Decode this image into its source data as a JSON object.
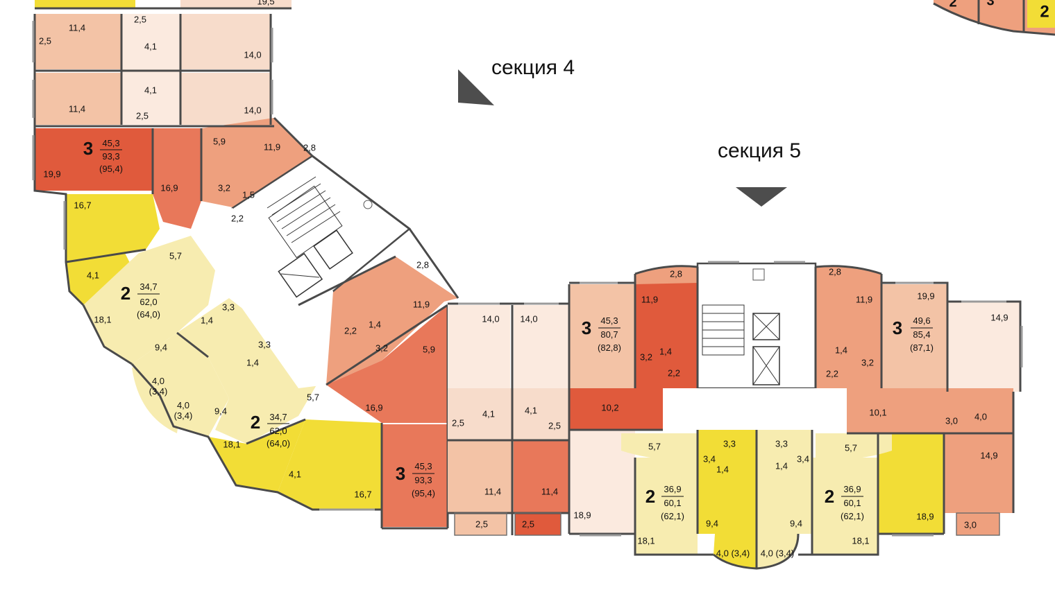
{
  "colors": {
    "red": "#e05a3c",
    "red_orange": "#e8785a",
    "orange": "#eea07e",
    "peach": "#f3c3a6",
    "light_peach": "#f7dccb",
    "yellow": "#f2dd36",
    "pale_yellow": "#f7ecb0",
    "wall": "#4a4a4a"
  },
  "sections": [
    {
      "id": "section-4",
      "label": "секция 4",
      "arrow": "pointer-down-right"
    },
    {
      "id": "section-5",
      "label": "секция 5",
      "arrow": "pointer-down"
    }
  ],
  "apartments": [
    {
      "id": "apt-s4-a",
      "rooms": "3",
      "living": "45,3",
      "total": "93,3",
      "total_balcony": "(95,4)"
    },
    {
      "id": "apt-s4-b",
      "rooms": "2",
      "living": "34,7",
      "total": "62,0",
      "total_balcony": "(64,0)"
    },
    {
      "id": "apt-s4-c",
      "rooms": "2",
      "living": "34,7",
      "total": "62,0",
      "total_balcony": "(64,0)"
    },
    {
      "id": "apt-s4-d",
      "rooms": "3",
      "living": "45,3",
      "total": "93,3",
      "total_balcony": "(95,4)"
    },
    {
      "id": "apt-s5-a",
      "rooms": "3",
      "living": "45,3",
      "total": "80,7",
      "total_balcony": "(82,8)"
    },
    {
      "id": "apt-s5-b",
      "rooms": "3",
      "living": "49,6",
      "total": "85,4",
      "total_balcony": "(87,1)"
    },
    {
      "id": "apt-s5-c",
      "rooms": "2",
      "living": "36,9",
      "total": "60,1",
      "total_balcony": "(62,1)"
    },
    {
      "id": "apt-s5-d",
      "rooms": "2",
      "living": "36,9",
      "total": "60,1",
      "total_balcony": "(62,1)"
    }
  ],
  "room_labels": [
    "2,5",
    "11,4",
    "4,1",
    "14,0",
    "2,5",
    "11,4",
    "4,1",
    "2,5",
    "14,0",
    "19,9",
    "5,9",
    "11,9",
    "2,8",
    "16,9",
    "3,2",
    "1,5",
    "2,2",
    "16,7",
    "5,7",
    "4,1",
    "18,1",
    "3,3",
    "1,4",
    "3,3",
    "1,4",
    "9,4",
    "4,0\n(3,4)",
    "4,0\n(3,4)",
    "9,4",
    "5,7",
    "18,1",
    "4,1",
    "16,7",
    "2,8",
    "11,9",
    "2,2",
    "1,4",
    "3,2",
    "5,9",
    "16,9",
    "14,0",
    "14,0",
    "4,1",
    "4,1",
    "2,5",
    "2,5",
    "11,4",
    "11,4",
    "2,5",
    "2,5",
    "2,8",
    "11,9",
    "3,2",
    "1,4",
    "2,2",
    "10,2",
    "18,9",
    "2,8",
    "11,9",
    "1,4",
    "3,2",
    "2,2",
    "19,9",
    "14,9",
    "10,1",
    "3,0",
    "4,0",
    "14,9",
    "3,0",
    "5,7",
    "3,3",
    "3,4",
    "1,4",
    "3,3",
    "1,4",
    "3,4",
    "5,7",
    "9,4",
    "9,4",
    "18,1",
    "18,1",
    "18,9",
    "4,0 (3,4)",
    "4,0 (3,4)"
  ],
  "edge_fragments": [
    "19,5",
    "2",
    "3",
    "2"
  ]
}
